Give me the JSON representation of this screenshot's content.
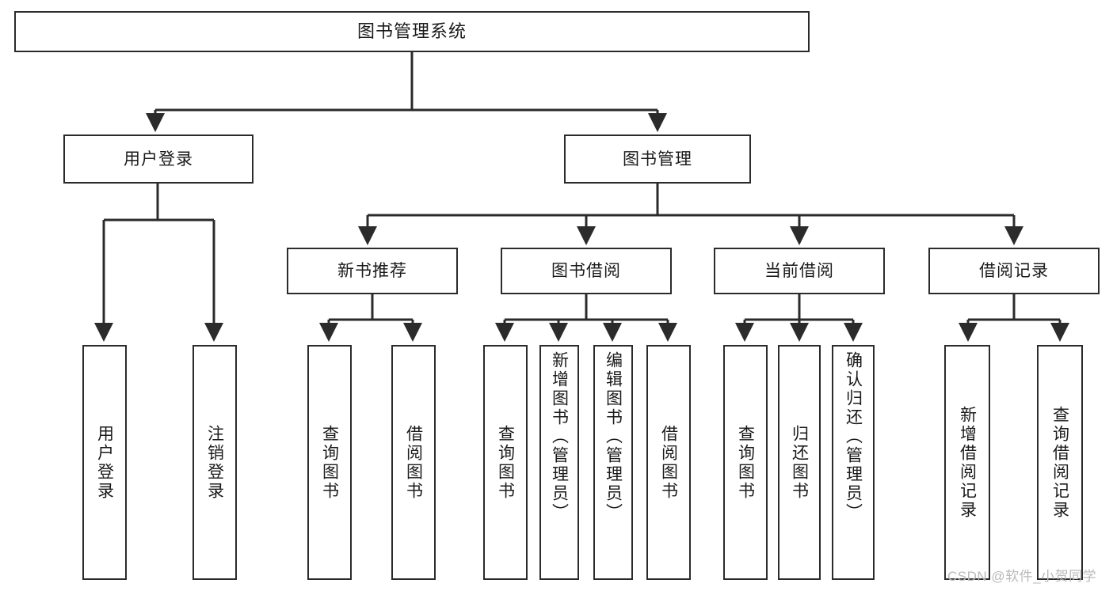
{
  "diagram": {
    "title": "图书管理系统",
    "type": "tree-hierarchy-chart",
    "levels": {
      "root": {
        "label": "图书管理系统"
      },
      "level2": [
        {
          "id": "user-login",
          "label": "用户登录"
        },
        {
          "id": "book-management",
          "label": "图书管理"
        }
      ],
      "level3": [
        {
          "id": "new-book-recommend",
          "label": "新书推荐"
        },
        {
          "id": "book-borrow",
          "label": "图书借阅"
        },
        {
          "id": "current-borrow",
          "label": "当前借阅"
        },
        {
          "id": "borrow-record",
          "label": "借阅记录"
        }
      ],
      "leaves": {
        "user-login": [
          {
            "id": "leaf-user-login",
            "label": "用户登录"
          },
          {
            "id": "leaf-logout-login",
            "label": "注销登录"
          }
        ],
        "new-book-recommend": [
          {
            "id": "leaf-query-book-1",
            "label": "查询图书"
          },
          {
            "id": "leaf-borrow-book-1",
            "label": "借阅图书"
          }
        ],
        "book-borrow": [
          {
            "id": "leaf-query-book-2",
            "label": "查询图书"
          },
          {
            "id": "leaf-add-book-admin",
            "label": "新增图书（管理员）"
          },
          {
            "id": "leaf-edit-book-admin",
            "label": "编辑图书（管理员）"
          },
          {
            "id": "leaf-borrow-book-2",
            "label": "借阅图书"
          }
        ],
        "current-borrow": [
          {
            "id": "leaf-query-book-3",
            "label": "查询图书"
          },
          {
            "id": "leaf-return-book",
            "label": "归还图书"
          },
          {
            "id": "leaf-confirm-return-admin",
            "label": "确认归还（管理员）"
          }
        ],
        "borrow-record": [
          {
            "id": "leaf-add-borrow-record",
            "label": "新增借阅记录"
          },
          {
            "id": "leaf-query-borrow-record",
            "label": "查询借阅记录"
          }
        ]
      }
    },
    "colors": {
      "box_border": "#2b2b2b",
      "box_fill": "#ffffff",
      "connector": "#2b2b2b",
      "text": "#1a1a1a",
      "watermark": "#b9b9b9",
      "background": "#ffffff"
    }
  },
  "watermark": {
    "text": "CSDN @软件_小贺同学"
  }
}
